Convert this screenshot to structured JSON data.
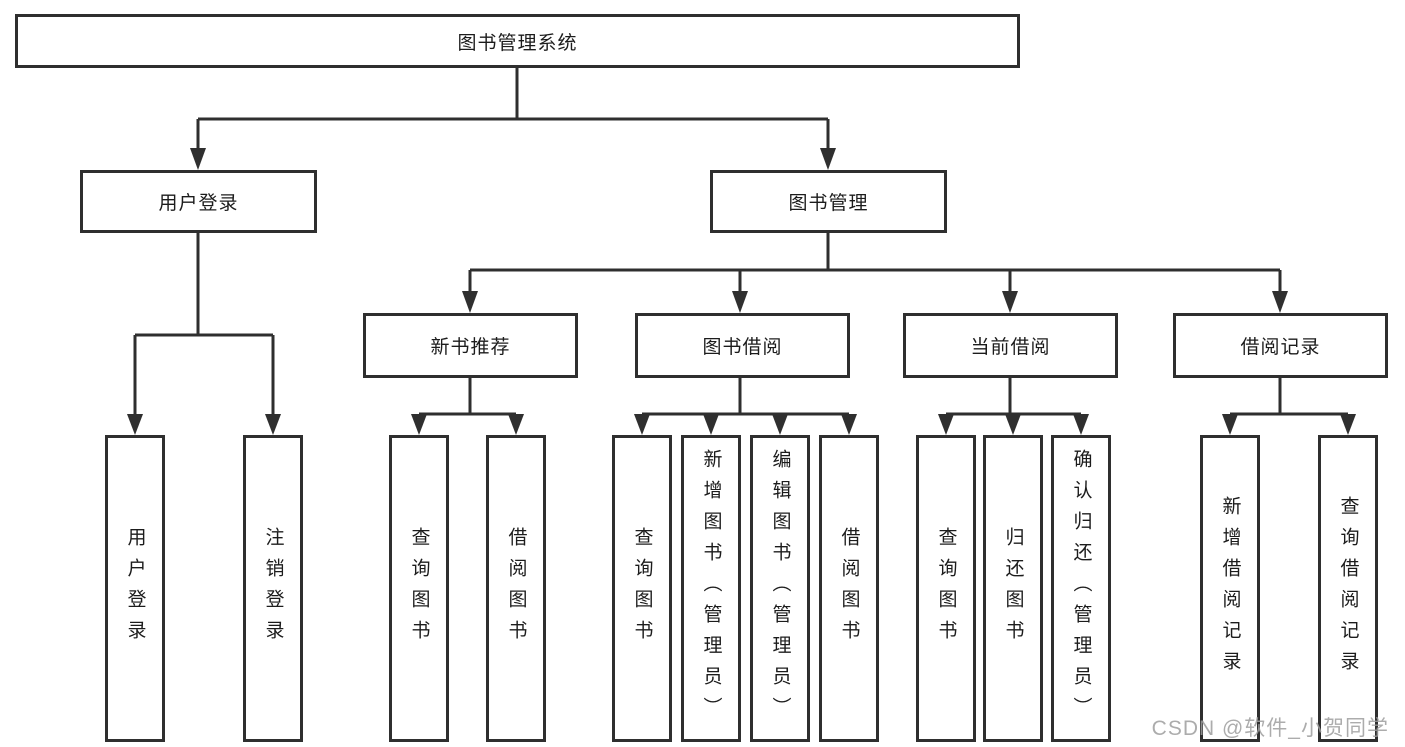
{
  "diagram": {
    "type": "hierarchy-tree",
    "background": "#ffffff",
    "line_color": "#2f2f2f",
    "box_border_color": "#2f2f2f",
    "text_color": "#1c1c1c",
    "nodes": {
      "root": {
        "label": "图书管理系统"
      },
      "user_login": {
        "label": "用户登录"
      },
      "book_management": {
        "label": "图书管理"
      },
      "new_book_recommend": {
        "label": "新书推荐"
      },
      "book_borrowing": {
        "label": "图书借阅"
      },
      "current_borrowing": {
        "label": "当前借阅"
      },
      "borrowing_records": {
        "label": "借阅记录"
      }
    },
    "leaves": {
      "user_login": [
        {
          "label": "用户登录"
        },
        {
          "label": "注销登录"
        }
      ],
      "new_book_recommend": [
        {
          "label": "查询图书"
        },
        {
          "label": "借阅图书"
        }
      ],
      "book_borrowing": [
        {
          "label": "查询图书"
        },
        {
          "label": "新增图书（管理员）"
        },
        {
          "label": "编辑图书（管理员）"
        },
        {
          "label": "借阅图书"
        }
      ],
      "current_borrowing": [
        {
          "label": "查询图书"
        },
        {
          "label": "归还图书"
        },
        {
          "label": "确认归还（管理员）"
        }
      ],
      "borrowing_records": [
        {
          "label": "新增借阅记录"
        },
        {
          "label": "查询借阅记录"
        }
      ]
    },
    "watermark": {
      "text": "CSDN @软件_小贺同学",
      "color": "#9e9e9e"
    }
  }
}
